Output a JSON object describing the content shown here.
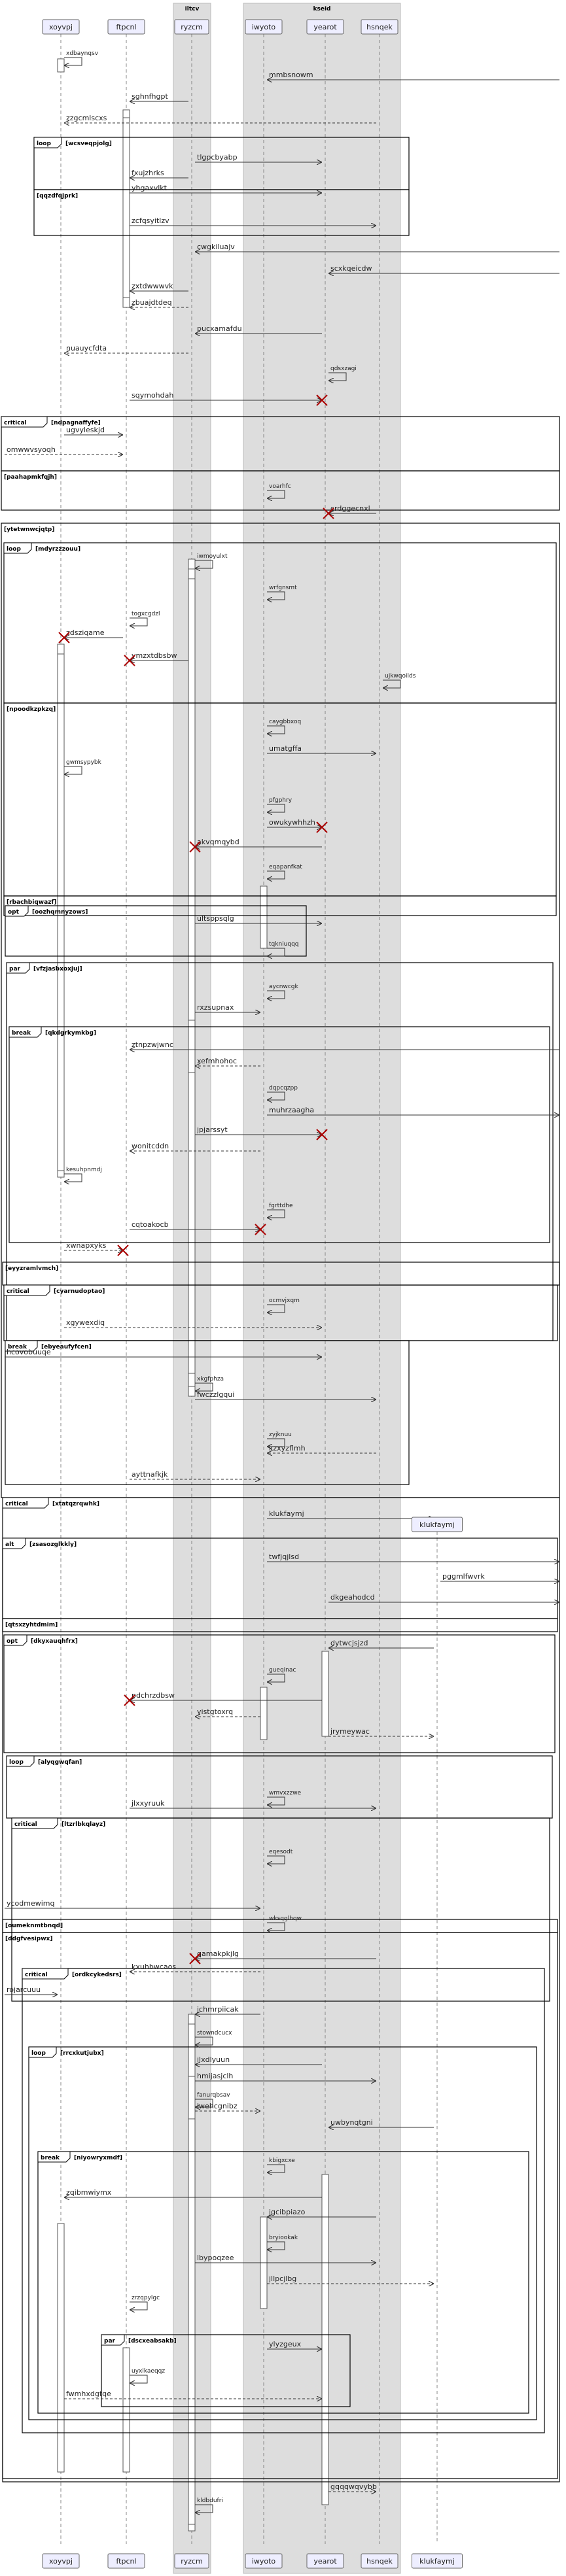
{
  "participants": [
    "xoyvpj",
    "ftpcnl",
    "ryzcm",
    "iwyoto",
    "yearot",
    "hsnqek",
    "klukfaymj"
  ],
  "boxes": [
    {
      "title": "iltcv",
      "members": [
        "ryzcm"
      ]
    },
    {
      "title": "kseid",
      "members": [
        "iwyoto",
        "yearot",
        "hsnqek"
      ]
    }
  ],
  "messages": [
    {
      "from": "xoyvpj",
      "to": "xoyvpj",
      "label": "xdbaynqsv"
    },
    {
      "from": "far-right",
      "to": "iwyoto",
      "label": "mmbsnowm"
    },
    {
      "from": "ryzcm",
      "to": "ftpcnl",
      "label": "sghnfhgpt"
    },
    {
      "from": "hsnqek",
      "to": "xoyvpj",
      "label": "zzgcmlscxs"
    },
    {
      "from": "ryzcm",
      "to": "yearot",
      "label": "tlgpcbyabp"
    },
    {
      "from": "ryzcm",
      "to": "ftpcnl",
      "label": "fxujzhrks"
    },
    {
      "from": "ftpcnl",
      "to": "yearot",
      "label": "yhgaxvlkt"
    },
    {
      "from": "ftpcnl",
      "to": "hsnqek",
      "label": "zcfqsyitlzv"
    },
    {
      "from": "far-right",
      "to": "ryzcm",
      "label": "cwgkiluajv"
    },
    {
      "from": "far-right",
      "to": "yearot",
      "label": "scxkqeicdw"
    },
    {
      "from": "ryzcm",
      "to": "ftpcnl",
      "label": "zxtdwwwvk"
    },
    {
      "from": "ryzcm",
      "to": "ftpcnl",
      "label": "zbuajdtdeq"
    },
    {
      "from": "yearot",
      "to": "ryzcm",
      "label": "pucxamafdu"
    },
    {
      "from": "ryzcm",
      "to": "xoyvpj",
      "label": "nuauycfdta"
    },
    {
      "from": "yearot",
      "to": "yearot",
      "label": "qdsxzagi"
    },
    {
      "from": "ftpcnl",
      "to": "yearot",
      "label": "sqymohdah"
    },
    {
      "from": "xoyvpj",
      "to": "ftpcnl",
      "label": "ugvyleskjd"
    },
    {
      "from": "left-edge",
      "to": "ftpcnl",
      "label": "omwwvsyoqh"
    },
    {
      "from": "iwyoto",
      "to": "iwyoto",
      "label": "voarhfc"
    },
    {
      "from": "hsnqek",
      "to": "yearot",
      "label": "crdggecnxl"
    },
    {
      "from": "ryzcm",
      "to": "ryzcm",
      "label": "iwmoyulxt"
    },
    {
      "from": "iwyoto",
      "to": "iwyoto",
      "label": "wrfgnsmt"
    },
    {
      "from": "ftpcnl",
      "to": "ftpcnl",
      "label": "togxcgdzl"
    },
    {
      "from": "ftpcnl",
      "to": "xoyvpj",
      "label": "zdsziqame"
    },
    {
      "from": "ryzcm",
      "to": "ftpcnl",
      "label": "ymzxtdbsbw"
    },
    {
      "from": "hsnqek",
      "to": "hsnqek",
      "label": "ujkwqoilds"
    },
    {
      "from": "iwyoto",
      "to": "iwyoto",
      "label": "caygbbxoq"
    },
    {
      "from": "iwyoto",
      "to": "hsnqek",
      "label": "umatgffa"
    },
    {
      "from": "xoyvpj",
      "to": "xoyvpj",
      "label": "gwmsypybk"
    },
    {
      "from": "iwyoto",
      "to": "iwyoto",
      "label": "pfgphry"
    },
    {
      "from": "iwyoto",
      "to": "yearot",
      "label": "owukywhhzh"
    },
    {
      "from": "yearot",
      "to": "ryzcm",
      "label": "akvqmqybd"
    },
    {
      "from": "iwyoto",
      "to": "iwyoto",
      "label": "eqapanfkat"
    },
    {
      "from": "ryzcm",
      "to": "yearot",
      "label": "ultsppsqlg"
    },
    {
      "from": "iwyoto",
      "to": "iwyoto",
      "label": "tqkniuqqq"
    },
    {
      "from": "iwyoto",
      "to": "iwyoto",
      "label": "aycnwcgk"
    },
    {
      "from": "ryzcm",
      "to": "iwyoto",
      "label": "rxzsupnax"
    },
    {
      "from": "far-right",
      "to": "ftpcnl",
      "label": "ztnpzwjwnc"
    },
    {
      "from": "iwyoto",
      "to": "ryzcm",
      "label": "xefmhohoc"
    },
    {
      "from": "iwyoto",
      "to": "iwyoto",
      "label": "dqpcqzpp"
    },
    {
      "from": "iwyoto",
      "to": "far-right",
      "label": "muhrzaagha"
    },
    {
      "from": "ryzcm",
      "to": "yearot",
      "label": "jpjarssyt"
    },
    {
      "from": "iwyoto",
      "to": "ftpcnl",
      "label": "wonitcddn"
    },
    {
      "from": "xoyvpj",
      "to": "xoyvpj",
      "label": "kesuhpnmdj"
    },
    {
      "from": "iwyoto",
      "to": "iwyoto",
      "label": "fgrttdhe"
    },
    {
      "from": "ftpcnl",
      "to": "iwyoto",
      "label": "cqtoakocb"
    },
    {
      "from": "xoyvpj",
      "to": "ftpcnl",
      "label": "xwnapxyks"
    },
    {
      "from": "iwyoto",
      "to": "iwyoto",
      "label": "ocmvjxqm"
    },
    {
      "from": "xoyvpj",
      "to": "yearot",
      "label": "xgywexdiq"
    },
    {
      "from": "left-edge",
      "to": "yearot",
      "label": "hcovobuuqe"
    },
    {
      "from": "ryzcm",
      "to": "ryzcm",
      "label": "xkgfphza"
    },
    {
      "from": "ryzcm",
      "to": "hsnqek",
      "label": "fwczzlgqui"
    },
    {
      "from": "iwyoto",
      "to": "iwyoto",
      "label": "zyjknuu"
    },
    {
      "from": "hsnqek",
      "to": "iwyoto",
      "label": "kzxyzflmh"
    },
    {
      "from": "ftpcnl",
      "to": "iwyoto",
      "label": "ayttnafkjk"
    },
    {
      "from": "iwyoto",
      "to": "klukfaymj",
      "label": "klukfaymj"
    },
    {
      "from": "iwyoto",
      "to": "far-right",
      "label": "twfjqjlsd"
    },
    {
      "from": "klukfaymj",
      "to": "far-right",
      "label": "pggmlfwvrk"
    },
    {
      "from": "yearot",
      "to": "far-right",
      "label": "dkgeahodcd"
    },
    {
      "from": "klukfaymj",
      "to": "yearot",
      "label": "dytwcjsjzd"
    },
    {
      "from": "iwyoto",
      "to": "iwyoto",
      "label": "gueqinac"
    },
    {
      "from": "yearot",
      "to": "ftpcnl",
      "label": "pdchrzdbsw"
    },
    {
      "from": "iwyoto",
      "to": "ryzcm",
      "label": "yistgtoxrq"
    },
    {
      "from": "yearot",
      "to": "klukfaymj",
      "label": "jrymeywac"
    },
    {
      "from": "iwyoto",
      "to": "iwyoto",
      "label": "wmvxzzwe"
    },
    {
      "from": "ftpcnl",
      "to": "hsnqek",
      "label": "jlxxyruuk"
    },
    {
      "from": "iwyoto",
      "to": "iwyoto",
      "label": "eqesodt"
    },
    {
      "from": "left-edge",
      "to": "iwyoto",
      "label": "ycodmewimq"
    },
    {
      "from": "iwyoto",
      "to": "iwyoto",
      "label": "wksqglhqw"
    },
    {
      "from": "hsnqek",
      "to": "ryzcm",
      "label": "qamakpkjlg"
    },
    {
      "from": "iwyoto",
      "to": "ftpcnl",
      "label": "kxuhbwcaos"
    },
    {
      "from": "left-edge",
      "to": "xoyvpj",
      "label": "rojarcuuu"
    },
    {
      "from": "iwyoto",
      "to": "ryzcm",
      "label": "jchmrpiicak"
    },
    {
      "from": "ryzcm",
      "to": "ryzcm",
      "label": "stowndcucx"
    },
    {
      "from": "yearot",
      "to": "ryzcm",
      "label": "ilxdlyuun"
    },
    {
      "from": "ryzcm",
      "to": "hsnqek",
      "label": "hmijasjclh"
    },
    {
      "from": "ryzcm",
      "to": "ryzcm",
      "label": "fanurqbsav"
    },
    {
      "from": "ryzcm",
      "to": "iwyoto",
      "label": "lwehcgnibz"
    },
    {
      "from": "klukfaymj",
      "to": "yearot",
      "label": "uwbynqtgni"
    },
    {
      "from": "iwyoto",
      "to": "iwyoto",
      "label": "kbigxcxe"
    },
    {
      "from": "yearot",
      "to": "xoyvpj",
      "label": "zqibmwiymx"
    },
    {
      "from": "hsnqek",
      "to": "iwyoto",
      "label": "jgcibpiazo"
    },
    {
      "from": "iwyoto",
      "to": "iwyoto",
      "label": "bryiookak"
    },
    {
      "from": "ryzcm",
      "to": "hsnqek",
      "label": "lbypoqzee"
    },
    {
      "from": "iwyoto",
      "to": "klukfaymj",
      "label": "jllpcjlbg"
    },
    {
      "from": "ftpcnl",
      "to": "ftpcnl",
      "label": "zrzqpylgc"
    },
    {
      "from": "iwyoto",
      "to": "yearot",
      "label": "ylyzgeux"
    },
    {
      "from": "ftpcnl",
      "to": "ftpcnl",
      "label": "uyxlkaeqqz"
    },
    {
      "from": "xoyvpj",
      "to": "yearot",
      "label": "fwmhxdgtqe"
    },
    {
      "from": "yearot",
      "to": "hsnqek",
      "label": "gqqqwqvybb"
    },
    {
      "from": "ryzcm",
      "to": "ryzcm",
      "label": "kldbdufri"
    }
  ],
  "fragments": [
    {
      "kind": "loop",
      "guard": "[wcsveqpjolg]"
    },
    {
      "kind": "",
      "guard": "[qqzdfqjprk]"
    },
    {
      "kind": "critical",
      "guard": "[ndpagnaffyfe]"
    },
    {
      "kind": "",
      "guard": "[paahapmkfqjh]"
    },
    {
      "kind": "",
      "guard": "[ytetwnwcjqtp]"
    },
    {
      "kind": "loop",
      "guard": "[mdyrzzzouu]"
    },
    {
      "kind": "",
      "guard": "[npoodkzpkzq]"
    },
    {
      "kind": "",
      "guard": "[rbachbiqwazf]"
    },
    {
      "kind": "opt",
      "guard": "[oozhqmnyzows]"
    },
    {
      "kind": "par",
      "guard": "[vfzjasbxoxjuj]"
    },
    {
      "kind": "break",
      "guard": "[qkdgrkymkbg]"
    },
    {
      "kind": "",
      "guard": "[eyyzramlvmch]"
    },
    {
      "kind": "critical",
      "guard": "[cyarnudoptao]"
    },
    {
      "kind": "break",
      "guard": "[ebyeaufyfcen]"
    },
    {
      "kind": "critical",
      "guard": "[xtatqzrqwhk]"
    },
    {
      "kind": "alt",
      "guard": "[zsasozglkkly]"
    },
    {
      "kind": "",
      "guard": "[qtsxzyhtdmim]"
    },
    {
      "kind": "opt",
      "guard": "[dkyxauqhfrx]"
    },
    {
      "kind": "loop",
      "guard": "[alyqgwqfan]"
    },
    {
      "kind": "critical",
      "guard": "[ltzrlbkqlayz]"
    },
    {
      "kind": "",
      "guard": "[oumeknmtbnqd]"
    },
    {
      "kind": "",
      "guard": "[ddgfvesipwx]"
    },
    {
      "kind": "critical",
      "guard": "[ordkcykedsrs]"
    },
    {
      "kind": "loop",
      "guard": "[rrcxkutjubx]"
    },
    {
      "kind": "break",
      "guard": "[niyowryxmdf]"
    },
    {
      "kind": "par",
      "guard": "[dscxeabsakb]"
    }
  ],
  "colors": {
    "box_fill": "#dddddd",
    "frame_stroke": "#000000",
    "message": "#333333",
    "participant_fill": "#eeeeff",
    "destroy": "#aa0000"
  }
}
